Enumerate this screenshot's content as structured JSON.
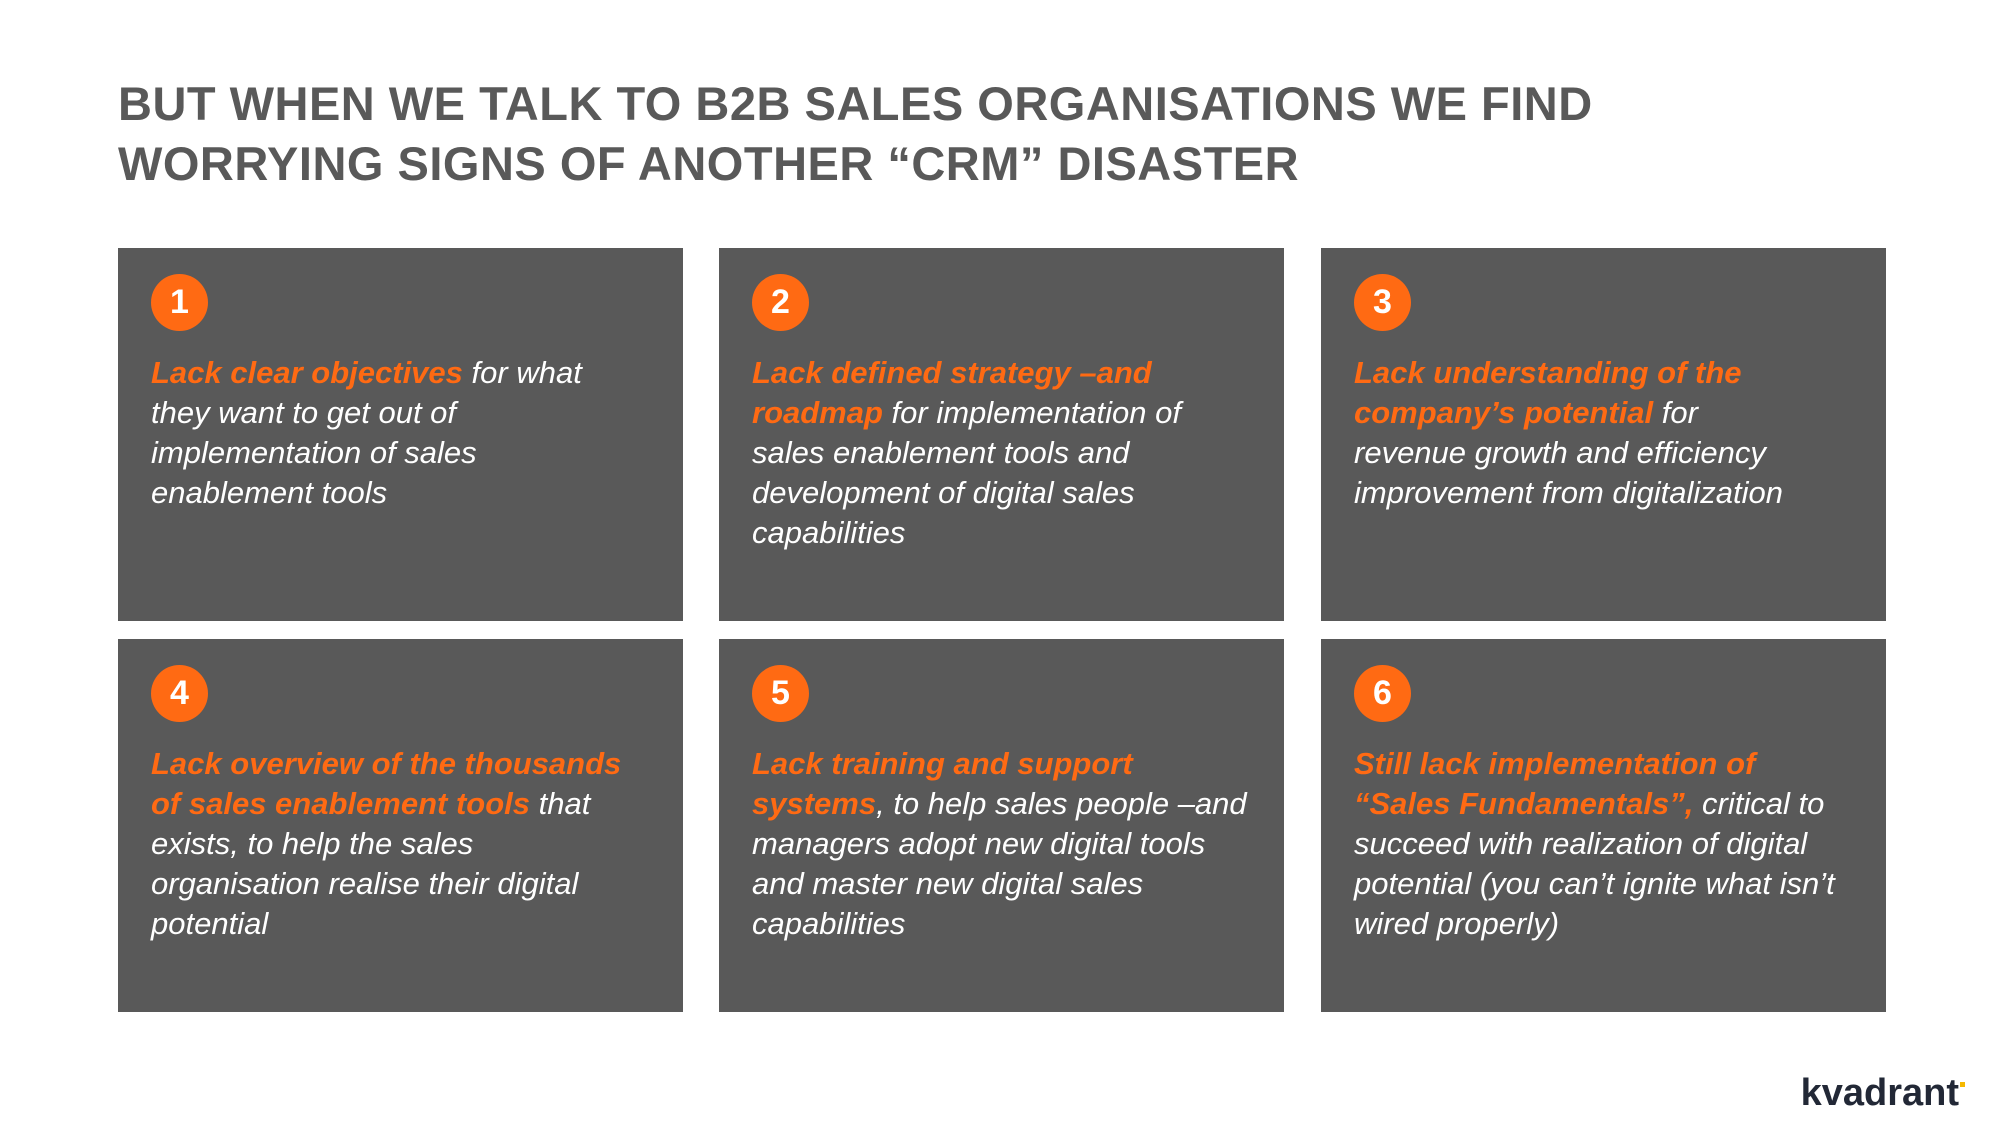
{
  "title": {
    "line1": "BUT WHEN WE TALK TO B2B SALES ORGANISATIONS WE FIND",
    "line2": "WORRYING SIGNS OF ANOTHER “CRM” DISASTER"
  },
  "cards": [
    {
      "number": "1",
      "highlight": "Lack clear objectives",
      "rest": " for what they want to get out of implementation of sales enablement tools"
    },
    {
      "number": "2",
      "highlight": "Lack defined strategy –and roadmap",
      "rest": " for implementation of sales enablement tools and development of digital sales capabilities"
    },
    {
      "number": "3",
      "highlight": "Lack understanding of the company’s potential",
      "rest": " for revenue growth and efficiency improvement from digitalization"
    },
    {
      "number": "4",
      "highlight": "Lack overview of the thousands of sales enablement tools",
      "rest": " that exists, to help the sales organisation realise their digital potential"
    },
    {
      "number": "5",
      "highlight": "Lack training and support systems",
      "rest": ", to help sales people –and managers adopt new digital tools and master new digital sales capabilities"
    },
    {
      "number": "6",
      "highlight": "Still lack implementation of “Sales Fundamentals”,",
      "rest": " critical to succeed with realization of digital potential (you can’t ignite what isn’t wired properly)"
    }
  ],
  "logo": {
    "text": "kvadrant"
  },
  "colors": {
    "accent": "#FF6A13",
    "card": "#595959",
    "title": "#595959",
    "logo": "#222836",
    "logo_dot": "#F5B800"
  }
}
